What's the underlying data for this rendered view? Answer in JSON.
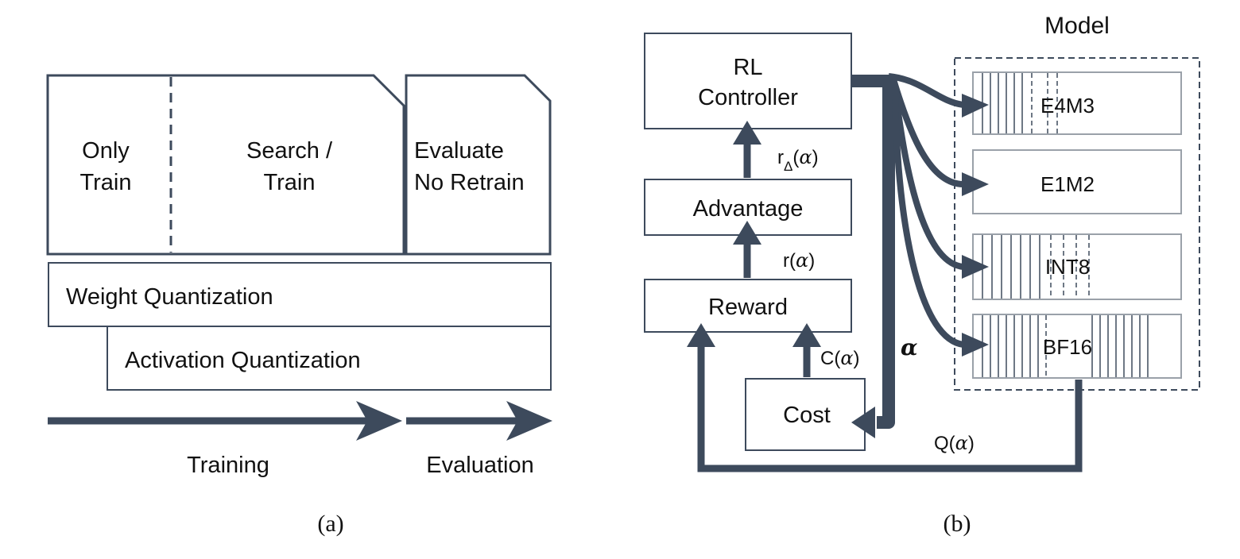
{
  "panel_a": {
    "caption": "(a)",
    "only_train_line1": "Only",
    "only_train_line2": "Train",
    "search_train_line1": "Search /",
    "search_train_line2": "Train",
    "evaluate_line1": "Evaluate",
    "evaluate_line2": "No Retrain",
    "weight_quant": "Weight Quantization",
    "activation_quant": "Activation Quantization",
    "training_label": "Training",
    "evaluation_label": "Evaluation"
  },
  "panel_b": {
    "caption": "(b)",
    "model_title": "Model",
    "rl_line1": "RL",
    "rl_line2": "Controller",
    "advantage": "Advantage",
    "reward": "Reward",
    "cost": "Cost",
    "formats": [
      "E4M3",
      "E1M2",
      "INT8",
      "BF16"
    ],
    "r_delta_base": "r",
    "r_delta_sub": "Δ",
    "r_delta_arg_open": "(",
    "r_delta_arg": "α",
    "r_delta_arg_close": ")",
    "r_base": "r(",
    "r_arg": "α",
    "r_close": ")",
    "c_base": "C(",
    "c_arg": "α",
    "c_close": ")",
    "q_base": "Q(",
    "q_arg": "α",
    "q_close": ")",
    "alpha": "α"
  },
  "colors": {
    "dark": "#3d4a5c",
    "box_gray": "#9aa1a9"
  }
}
